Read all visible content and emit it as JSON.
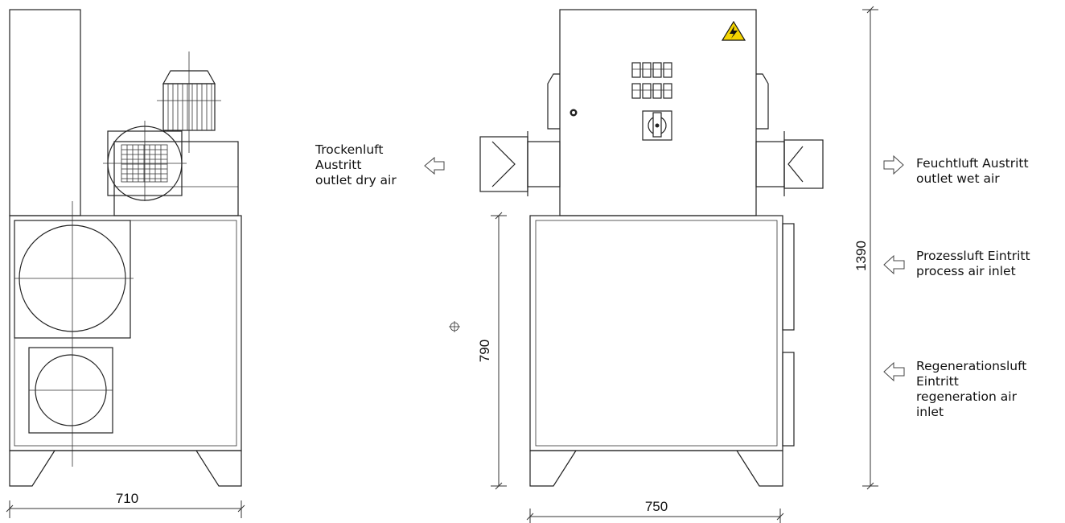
{
  "labels": {
    "dry_air": {
      "de": "Trockenluft\nAustritt",
      "en": "outlet dry air"
    },
    "wet_air": {
      "de": "Feuchtluft Austritt",
      "en": "outlet wet air"
    },
    "process_air": {
      "de": "Prozessluft Eintritt",
      "en": "process air inlet"
    },
    "regen_air": {
      "de": "Regenerationsluft\nEintritt",
      "en": "regeneration air\ninlet"
    }
  },
  "dimensions": {
    "side_width": "710",
    "front_width": "750",
    "total_height": "1390",
    "body_height": "790"
  }
}
